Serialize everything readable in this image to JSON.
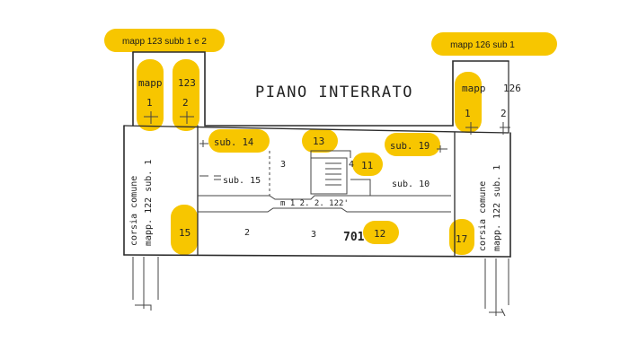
{
  "plan": {
    "title": "PIANO INTERRATO",
    "labels": {
      "mapp_left_a": "mapp",
      "mapp_left_b": "123",
      "mapp_left_1": "1",
      "mapp_left_2": "2",
      "mapp_right_a": "mapp",
      "mapp_right_b": "126",
      "mapp_right_1": "1",
      "mapp_right_2": "2",
      "sub14": "sub. 14",
      "sub13": "13",
      "sub19": "sub. 19",
      "sub11": "11",
      "sub15": "sub. 15",
      "sub10": "sub. 10",
      "num3_top": "3",
      "num4": "4",
      "corridor": "m 1  2. 2. 122'",
      "sub_15_yellow": "15",
      "num2": "2",
      "num3_bottom": "3",
      "num701": "701",
      "sub12": "12",
      "sub17": "17",
      "side_left_1": "corsia comune",
      "side_left_2": "mapp. 122 sub. 1",
      "side_right_1": "corsia comune",
      "side_right_2": "mapp. 122 sub. 1"
    },
    "callouts": {
      "left": "mapp 123 subb 1 e 2",
      "right": "mapp 126 sub 1"
    },
    "colors": {
      "highlight": "#f7c600",
      "ink": "#2b2b2b"
    }
  }
}
